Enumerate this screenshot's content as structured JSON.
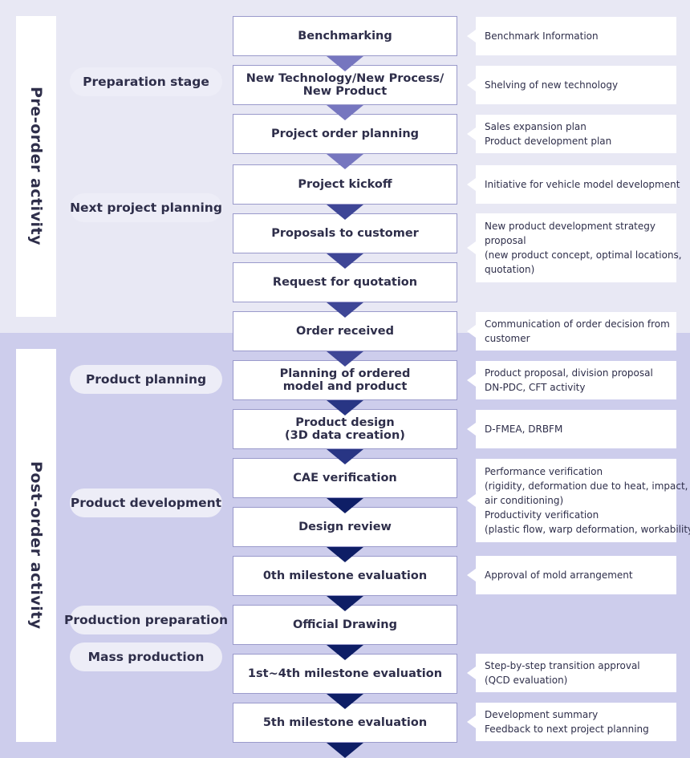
{
  "phases": {
    "pre_order": "Pre-order activity",
    "post_order": "Post-order activity"
  },
  "stages": [
    "Preparation stage",
    "Next project planning",
    "Product planning",
    "Product development",
    "Production preparation",
    "Mass production"
  ],
  "steps": [
    "Benchmarking",
    "New Technology/New Process/\nNew Product",
    "Project order planning",
    "Project kickoff",
    "Proposals to customer",
    "Request for quotation",
    "Order received",
    "Planning of ordered\nmodel and product",
    "Product design\n(3D data creation)",
    "CAE verification",
    "Design review",
    "0th milestone evaluation",
    "Official Drawing",
    "1st~4th milestone evaluation",
    "5th milestone evaluation"
  ],
  "notes": [
    [
      "Benchmark Information"
    ],
    [
      "Shelving of new technology"
    ],
    [
      "Sales expansion plan",
      "Product development plan"
    ],
    [
      "Initiative for vehicle model development"
    ],
    [
      "New product development strategy",
      "proposal",
      "(new product concept, optimal locations,",
      "quotation)"
    ],
    [
      "Communication of order decision from",
      "customer"
    ],
    [
      "Product proposal, division proposal",
      "DN-PDC, CFT activity"
    ],
    [
      "D-FMEA, DRBFM"
    ],
    [
      "Performance verification",
      "(rigidity, deformation due to heat, impact,",
      "air conditioning)",
      "Productivity verification",
      "(plastic flow, warp deformation, workability)"
    ],
    [
      "Approval of mold arrangement"
    ],
    [
      "Step-by-step transition approval",
      "(QCD evaluation)"
    ],
    [
      "Development summary",
      "Feedback to next project planning"
    ]
  ],
  "colors": {
    "arrows": [
      "#7676bf",
      "#7676bf",
      "#7676bf",
      "#3e4696",
      "#3e4696",
      "#3e4696",
      "#3e4696",
      "#283584",
      "#283584",
      "#0e1e66",
      "#0e1e66",
      "#0e1e66",
      "#0e1e66",
      "#0e1e66",
      "#0e1e66"
    ],
    "pre_order_background": "#e8e8f4",
    "post_order_background": "#cdcdec"
  }
}
